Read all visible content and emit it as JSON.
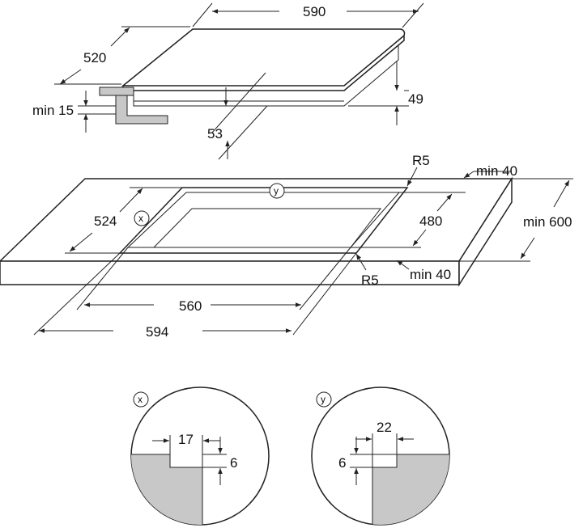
{
  "hob": {
    "width": "590",
    "depth": "520",
    "height": "49",
    "min_gap": "min 15",
    "recess": "53"
  },
  "worktop": {
    "corner_radius_top": "R5",
    "corner_radius_bottom": "R5",
    "min_back": "min 40",
    "min_front": "min 40",
    "min_depth": "min 600",
    "cutout_depth_outer": "524",
    "cutout_depth_inner": "480",
    "cutout_width_inner": "560",
    "cutout_width_outer": "594",
    "marker_x": "x",
    "marker_y": "y"
  },
  "detail_x": {
    "marker": "x",
    "step_width": "17",
    "step_height": "6"
  },
  "detail_y": {
    "marker": "y",
    "step_width": "22",
    "step_height": "6"
  },
  "colors": {
    "line": "#222222",
    "section_fill": "#c8c8c8",
    "background": "#ffffff"
  }
}
